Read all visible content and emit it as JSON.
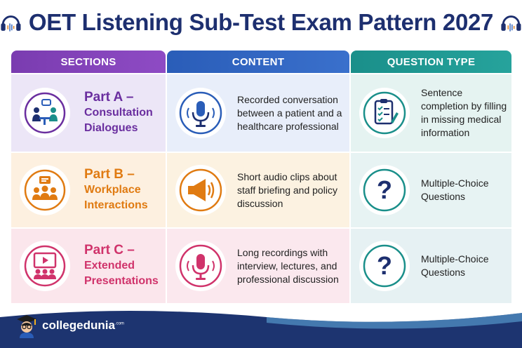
{
  "title": "OET Listening Sub-Test Exam Pattern 2027",
  "headers": {
    "sections": "SECTIONS",
    "content": "CONTENT",
    "question_type": "QUESTION TYPE"
  },
  "rows": [
    {
      "part": "Part A –",
      "name_line1": "Consultation",
      "name_line2": "Dialogues",
      "content": "Recorded conversation between a patient and a healthcare professional",
      "question_type": "Sentence completion by filling in missing medical information",
      "section_icon": "consultation-icon",
      "content_icon": "microphone-icon",
      "question_icon": "clipboard-checklist-icon"
    },
    {
      "part": "Part B –",
      "name_line1": "Workplace",
      "name_line2": "Interactions",
      "content": "Short audio clips about staff briefing and policy discussion",
      "question_type": "Multiple-Choice Questions",
      "section_icon": "team-chat-icon",
      "content_icon": "megaphone-icon",
      "question_icon": "question-mark-icon"
    },
    {
      "part": "Part C –",
      "name_line1": "Extended",
      "name_line2": "Presentations",
      "content": "Long recordings with interview, lectures, and professional discussion",
      "question_type": "Multiple-Choice Questions",
      "section_icon": "presentation-icon",
      "content_icon": "microphone-icon",
      "question_icon": "question-mark-icon"
    }
  ],
  "brand": {
    "name": "collegedunia",
    "suffix": ".com"
  },
  "colors": {
    "title": "#1d2f6f",
    "sections_header": "#7a3cb0",
    "content_header": "#2a5db8",
    "question_header": "#1a8f8a",
    "part_a": "#6a2e9f",
    "part_b": "#e07b12",
    "part_c": "#d0336b",
    "footer": "#1d3470"
  }
}
